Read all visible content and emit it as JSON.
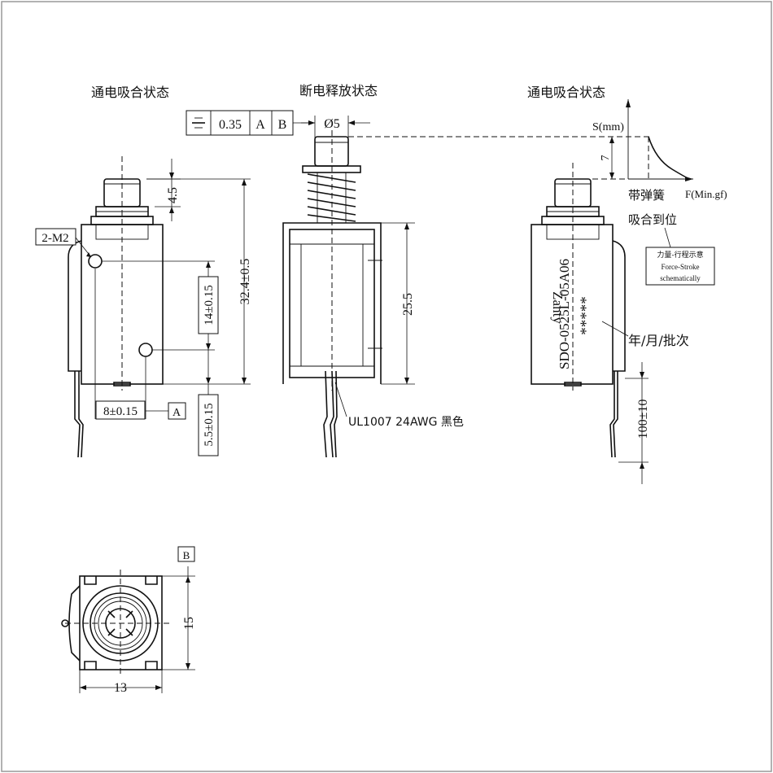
{
  "views": {
    "left_title": "通电吸合状态",
    "middle_title": "断电释放状态",
    "right_title": "通电吸合状态"
  },
  "tolerance_frame": {
    "symbol": "symmetry",
    "value": "0.35",
    "datum_1": "A",
    "datum_2": "B"
  },
  "dimensions": {
    "plunger_dia": "Ø5",
    "plunger_protrusion": "4.5",
    "total_height": "32.4±0.5",
    "hole_spacing_v": "14±0.15",
    "hole_offset_bottom": "5.5±0.15",
    "hole_spacing_h": "8±0.15",
    "datum_a": "A",
    "mount_holes": "2-M2",
    "body_height": "25.5",
    "stroke": "7",
    "lead_length": "100±10",
    "bottom_height": "15",
    "bottom_width": "13",
    "datum_b": "B"
  },
  "labels": {
    "wire_spec": "UL1007 24AWG 黑色",
    "brand": "Zanty",
    "model": "SDO-0525L-05A06",
    "batch_code": "*****",
    "batch_label": "年/月/批次"
  },
  "force_curve": {
    "y_axis": "S(mm)",
    "x_axis": "F(Min.gf)",
    "spring_line1": "带弹簧",
    "spring_line2": "吸合到位",
    "note_title": "力量-行程示意",
    "note_line1": "Force-Stroke",
    "note_line2": "schematically"
  }
}
